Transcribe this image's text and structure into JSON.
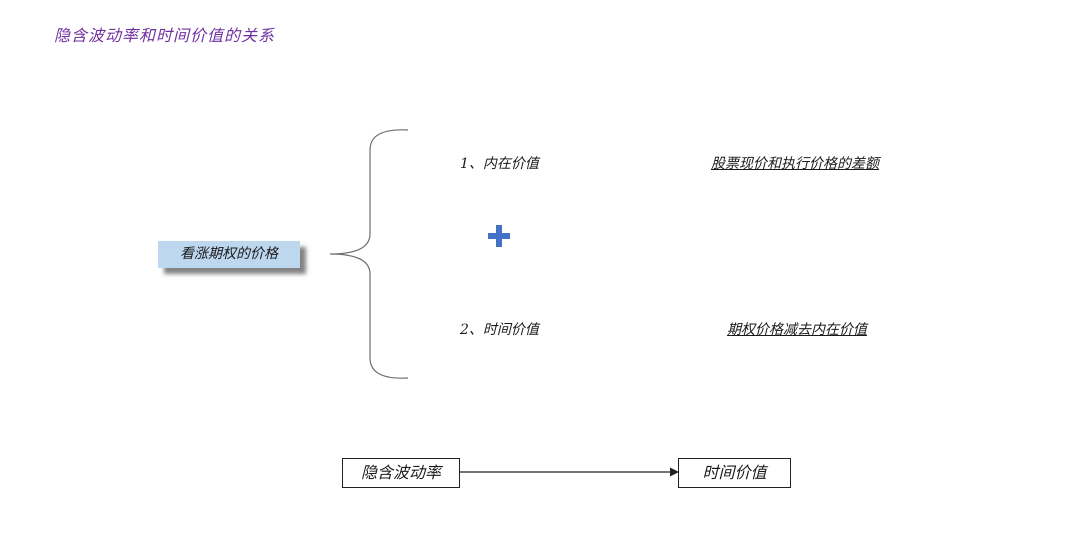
{
  "title": "隐含波动率和时间价值的关系",
  "call_price": "看涨期权的价格",
  "components": [
    {
      "label": "1、内在价值",
      "definition": "股票现价和执行价格的差额"
    },
    {
      "label": "2、时间价值",
      "definition": "期权价格减去内在价值"
    }
  ],
  "operator_icon": "plus-icon",
  "flow": {
    "from": "隐含波动率",
    "to": "时间价值"
  },
  "colors": {
    "title": "#7030a0",
    "call_box_fill": "#bdd7ee",
    "plus": "#4472c4"
  }
}
